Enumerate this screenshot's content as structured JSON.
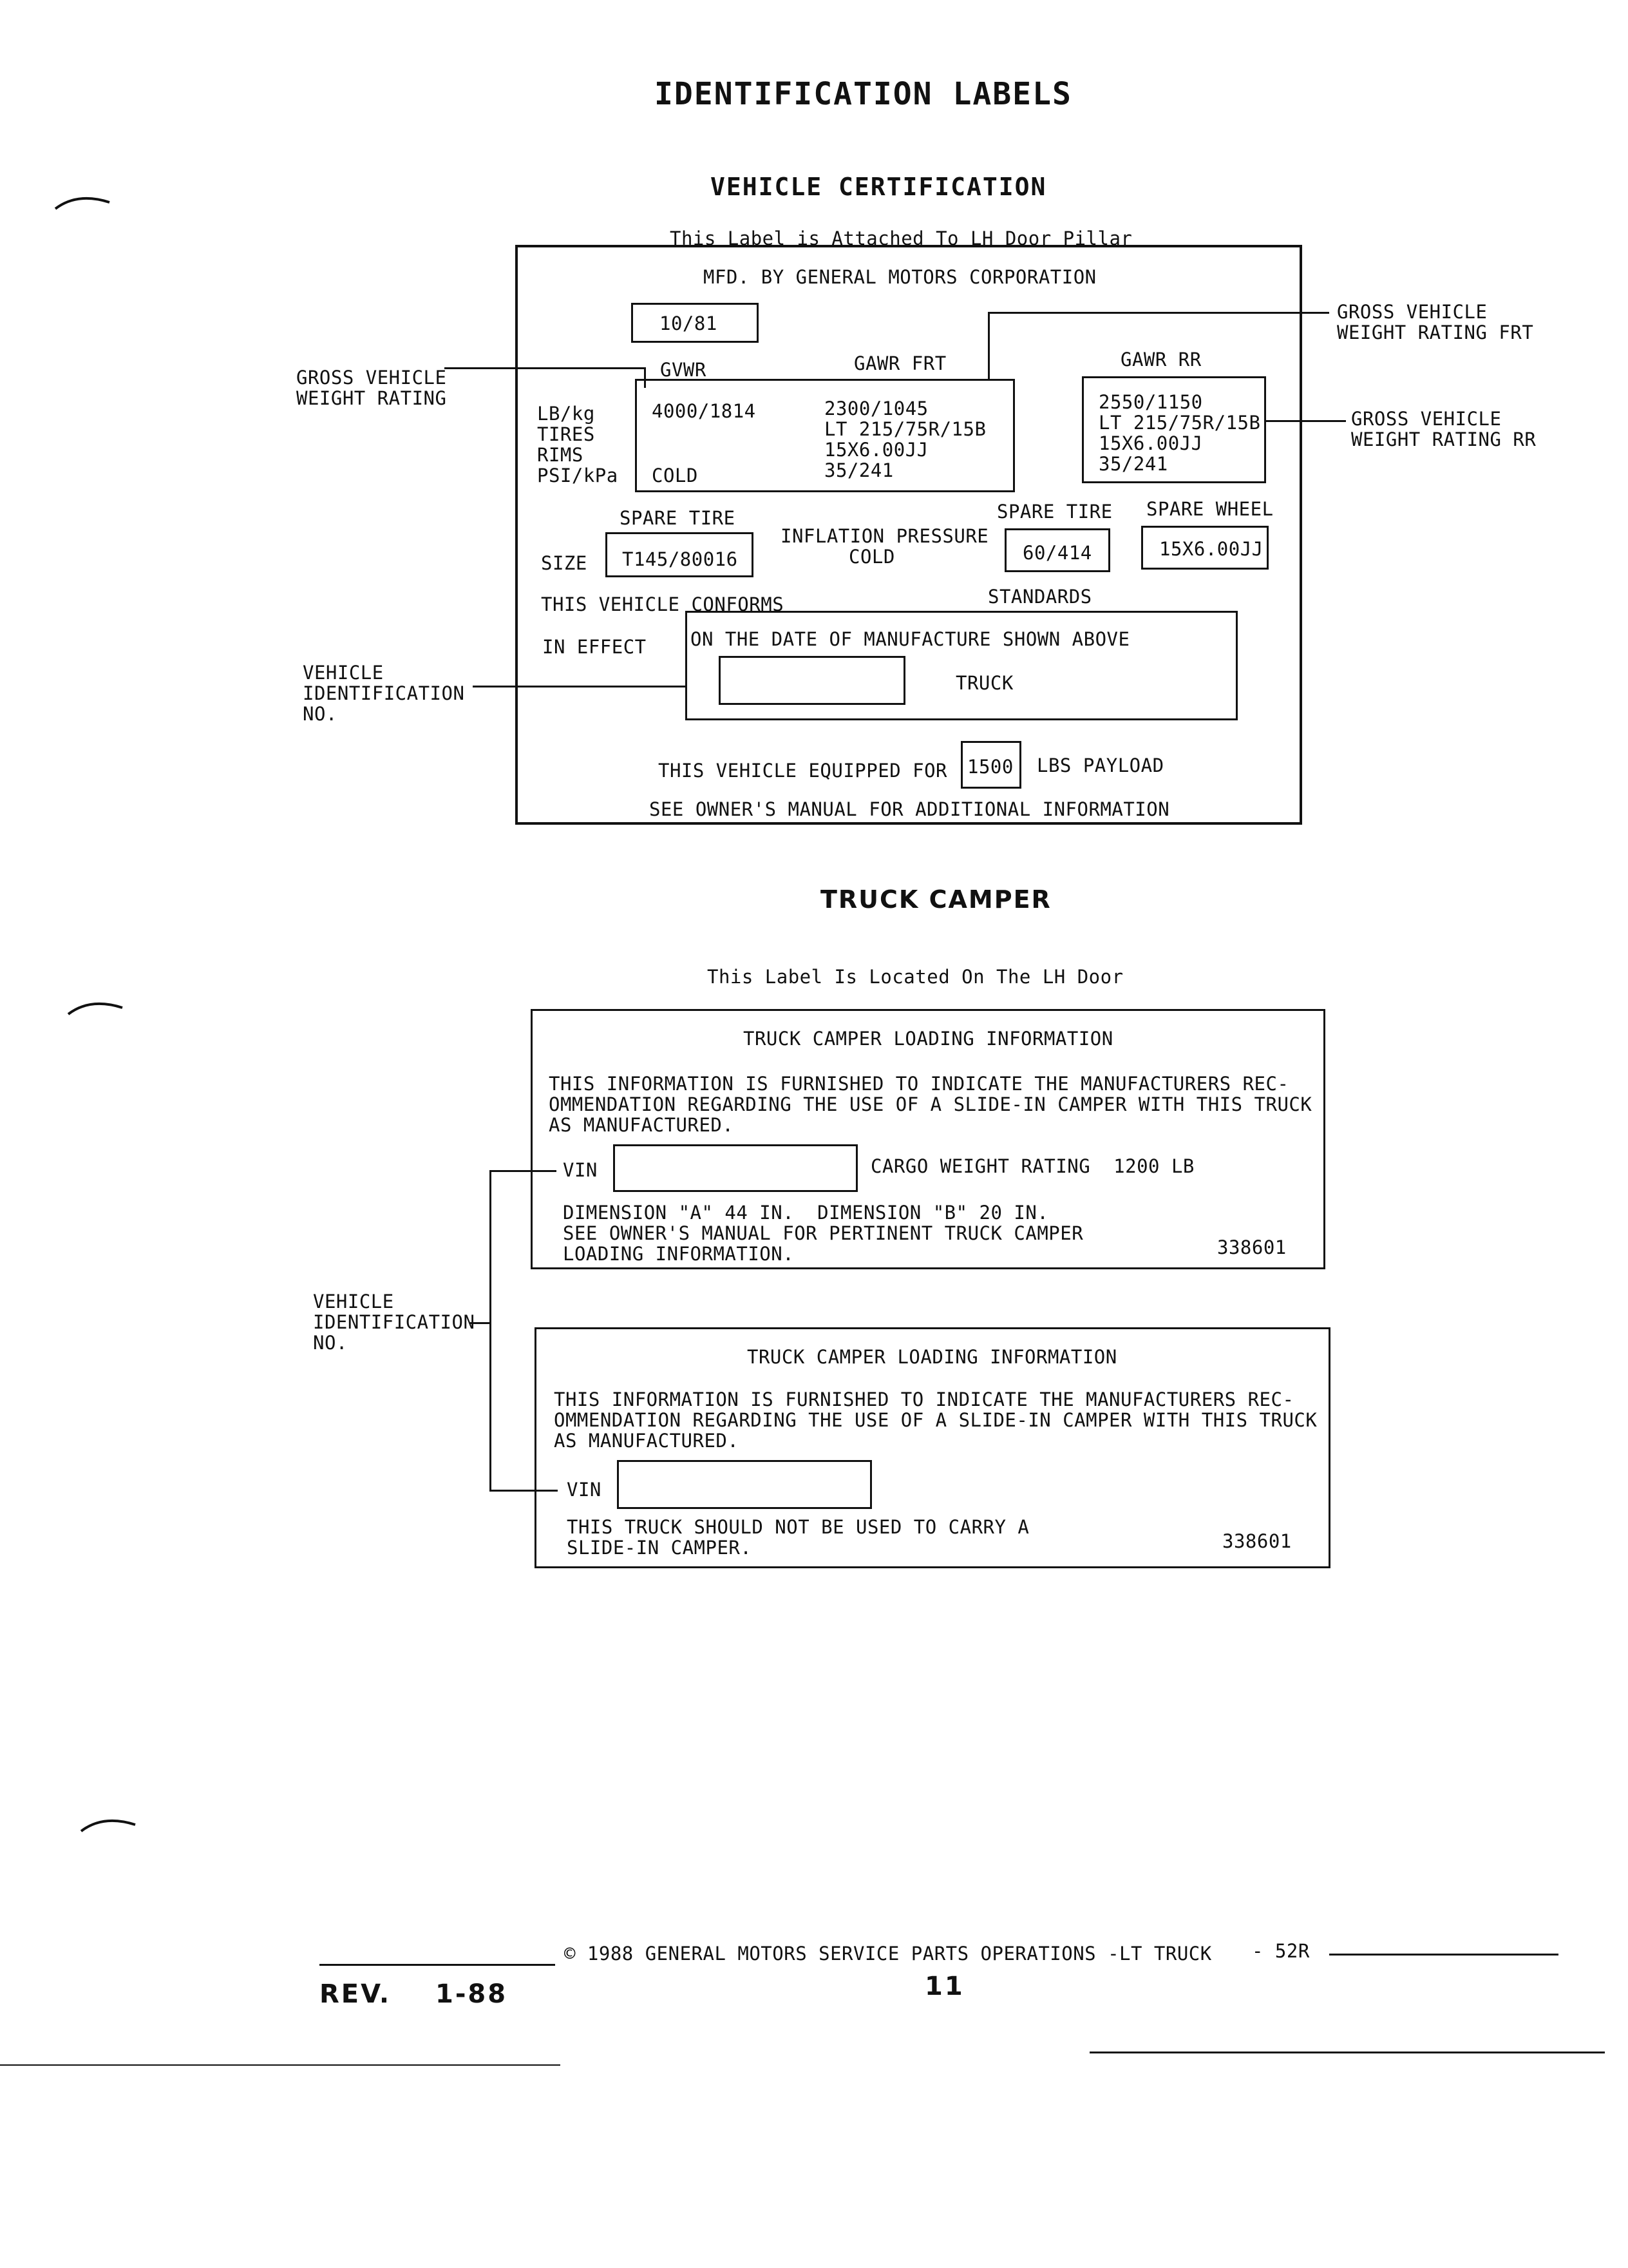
{
  "page": {
    "title": "IDENTIFICATION LABELS"
  },
  "vehicle_certification": {
    "heading": "VEHICLE CERTIFICATION",
    "caption": "This Label is Attached To LH Door Pillar",
    "mfd_by": "MFD. BY GENERAL MOTORS CORPORATION",
    "date": "10/81",
    "col_gvwr": "GVWR",
    "col_gawr_frt": "GAWR FRT",
    "col_gawr_rr": "GAWR RR",
    "row_labels": [
      "LB/kg",
      "TIRES",
      "RIMS",
      "PSI/kPa"
    ],
    "gvwr_value": "4000/1814",
    "cold_label": "COLD",
    "gawr_frt_values": [
      "2300/1045",
      "LT 215/75R/15B",
      "15X6.00JJ",
      "35/241"
    ],
    "gawr_rr_values": [
      "2550/1150",
      "LT 215/75R/15B",
      "15X6.00JJ",
      "35/241"
    ],
    "spare_tire_label": "SPARE TIRE",
    "size_label": "SIZE",
    "spare_tire_size": "T145/80016",
    "inflation_pressure": "INFLATION PRESSURE",
    "inflation_cold": "COLD",
    "spare_tire_label_2": "SPARE TIRE",
    "spare_tire_pressure": "60/414",
    "spare_wheel_label": "SPARE WHEEL",
    "spare_wheel_value": "15X6.00JJ",
    "conforms": "THIS VEHICLE CONFORMS",
    "standards": "STANDARDS",
    "in_effect": "IN EFFECT",
    "date_of_manufacture": "ON THE DATE OF MANUFACTURE SHOWN ABOVE",
    "truck_label": "TRUCK",
    "equipped_for": "THIS VEHICLE EQUIPPED FOR",
    "payload_value": "1500",
    "payload_unit": "LBS PAYLOAD",
    "see_owners": "SEE OWNER'S MANUAL FOR ADDITIONAL INFORMATION",
    "callouts": {
      "gvwr_left": [
        "GROSS VEHICLE",
        "WEIGHT RATING"
      ],
      "gawr_frt_right": [
        "GROSS VEHICLE",
        "WEIGHT RATING FRT"
      ],
      "gawr_rr_right": [
        "GROSS VEHICLE",
        "WEIGHT RATING RR"
      ],
      "vin_left": [
        "VEHICLE",
        "IDENTIFICATION",
        "NO."
      ]
    }
  },
  "truck_camper": {
    "heading": "TRUCK CAMPER",
    "caption": "This Label Is Located On The LH Door",
    "label1": {
      "title": "TRUCK CAMPER LOADING INFORMATION",
      "paragraph": [
        "THIS INFORMATION IS FURNISHED TO INDICATE THE MANUFACTURERS REC-",
        "OMMENDATION REGARDING THE USE OF A SLIDE-IN CAMPER WITH THIS TRUCK",
        "AS MANUFACTURED."
      ],
      "vin_label": "VIN",
      "cargo_rating": "CARGO WEIGHT RATING  1200 LB",
      "dimensions": "DIMENSION \"A\" 44 IN.  DIMENSION \"B\" 20 IN.",
      "see_owners": [
        "SEE OWNER'S MANUAL FOR PERTINENT TRUCK CAMPER",
        "LOADING INFORMATION."
      ],
      "part_no": "338601"
    },
    "label2": {
      "title": "TRUCK CAMPER LOADING INFORMATION",
      "paragraph": [
        "THIS INFORMATION IS FURNISHED TO INDICATE THE MANUFACTURERS REC-",
        "OMMENDATION REGARDING THE USE OF A SLIDE-IN CAMPER WITH THIS TRUCK",
        "AS MANUFACTURED."
      ],
      "vin_label": "VIN",
      "warning": [
        "THIS TRUCK SHOULD NOT BE USED TO CARRY A",
        "SLIDE-IN CAMPER."
      ],
      "part_no": "338601"
    },
    "callout_vin": [
      "VEHICLE",
      "IDENTIFICATION",
      "NO."
    ]
  },
  "footer": {
    "copyright": "© 1988 GENERAL MOTORS SERVICE PARTS OPERATIONS -LT TRUCK",
    "section": "- 52R",
    "rev_label": "REV.",
    "rev_value": "1-88",
    "page_number": "11"
  }
}
